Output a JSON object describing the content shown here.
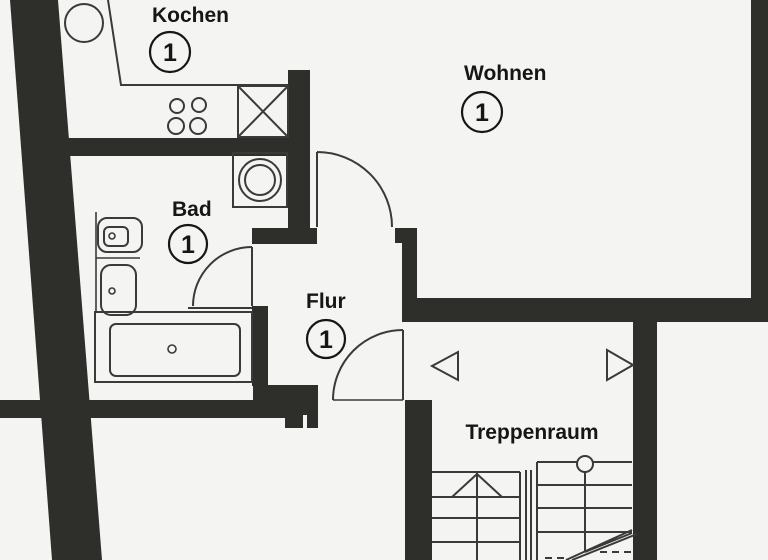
{
  "document": {
    "type": "scanned-floor-plan",
    "language": "de"
  },
  "plan": {
    "colors": {
      "paper": "#f4f4f2",
      "wall": "#2e2e2b",
      "line": "#3a3a38",
      "ink": "#161616"
    },
    "rooms": [
      {
        "id": "kochen",
        "label": "Kochen",
        "number": "1"
      },
      {
        "id": "wohnen",
        "label": "Wohnen",
        "number": "1"
      },
      {
        "id": "bad",
        "label": "Bad",
        "number": "1"
      },
      {
        "id": "flur",
        "label": "Flur",
        "number": "1"
      },
      {
        "id": "treppenraum",
        "label": "Treppenraum",
        "number": ""
      }
    ],
    "fixtures": [
      "kitchen-sink-circle",
      "stove-four-burners",
      "kitchen-crossed-unit",
      "washing-machine",
      "toilet",
      "washbasin",
      "bathtub",
      "door-arc-bad",
      "door-arc-wohnen",
      "door-arc-entrance",
      "stair-flight-up",
      "stair-flight-down",
      "stair-direction-triangle-left",
      "stair-direction-triangle-right"
    ]
  }
}
